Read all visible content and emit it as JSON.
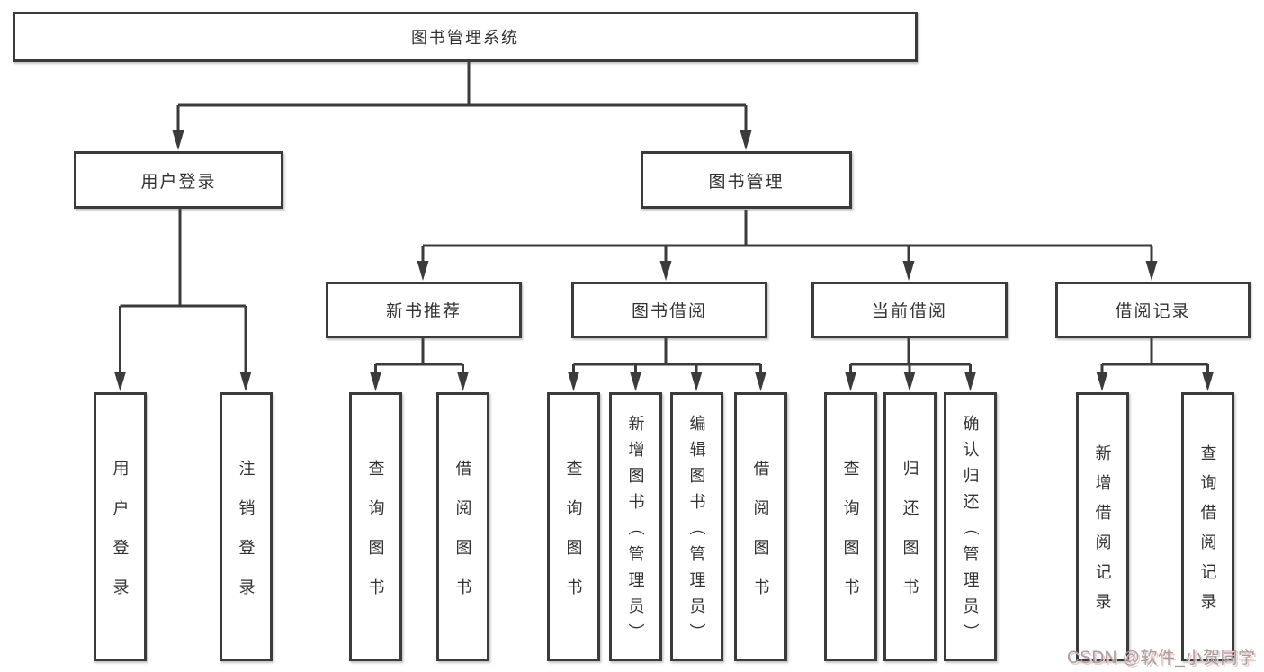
{
  "diagram": {
    "root": "图书管理系统",
    "branches": {
      "user_login": "用户登录",
      "book_management": "图书管理"
    },
    "modules": {
      "new_book": "新书推荐",
      "borrow": "图书借阅",
      "current": "当前借阅",
      "records": "借阅记录"
    },
    "leaves": {
      "user_login": "用户登录",
      "logout": "注销登录",
      "nb_query": "查询图书",
      "nb_borrow": "借阅图书",
      "bb_query": "查询图书",
      "bb_add": "新增图书（管理员）",
      "bb_edit": "编辑图书（管理员）",
      "bb_borrow": "借阅图书",
      "cb_query": "查询图书",
      "cb_return": "归还图书",
      "cb_confirm": "确认归还（管理员）",
      "rec_add": "新增借阅记录",
      "rec_query": "查询借阅记录"
    },
    "watermark": "CSDN @软件_小贺同学",
    "colors": {
      "line": "#3b3b3b",
      "text": "#333333",
      "watermark": "#9e9ea3",
      "watermark_shadow": "#f5c9c9",
      "background": "#ffffff"
    }
  }
}
